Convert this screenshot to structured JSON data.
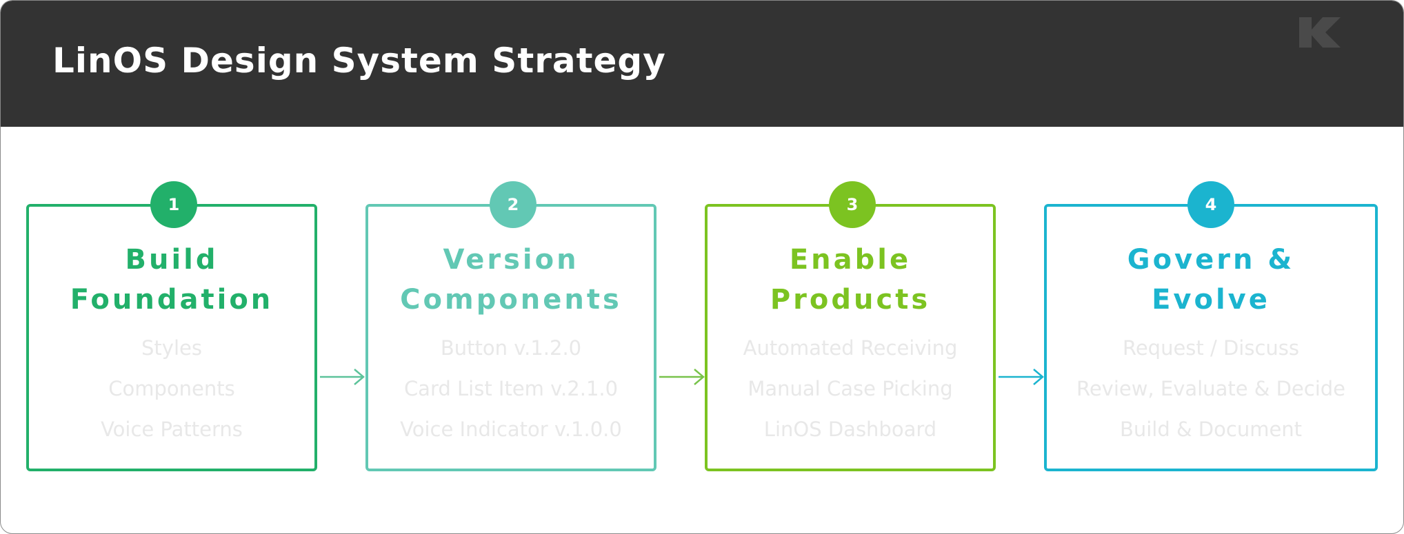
{
  "header": {
    "title": "LinOS Design System Strategy",
    "logo_icon": "k-logo-icon"
  },
  "colors": {
    "header_bg": "#333333",
    "step1": "#22b06a",
    "step2": "#62c8b4",
    "step3": "#7cc321",
    "step4": "#1bb4cf",
    "item_text": "#e8e8e8"
  },
  "steps": [
    {
      "number": "1",
      "title_lines": [
        "Build",
        "Foundation"
      ],
      "items": [
        "Styles",
        "Components",
        "Voice Patterns"
      ]
    },
    {
      "number": "2",
      "title_lines": [
        "Version",
        "Components"
      ],
      "items": [
        "Button v.1.2.0",
        "Card List Item v.2.1.0",
        "Voice Indicator v.1.0.0"
      ]
    },
    {
      "number": "3",
      "title_lines": [
        "Enable",
        "Products"
      ],
      "items": [
        "Automated Receiving",
        "Manual Case Picking",
        "LinOS Dashboard"
      ]
    },
    {
      "number": "4",
      "title_lines": [
        "Govern &",
        "Evolve"
      ],
      "items": [
        "Request / Discuss",
        "Review, Evaluate & Decide",
        "Build & Document"
      ]
    }
  ]
}
